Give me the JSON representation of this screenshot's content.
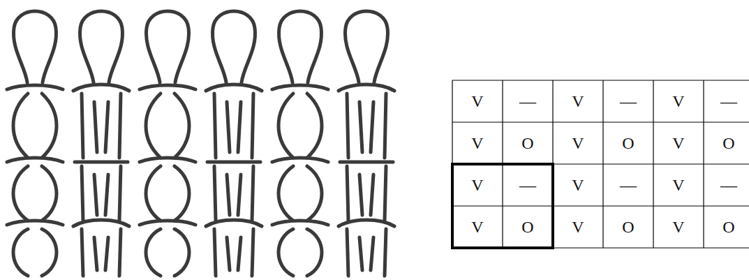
{
  "diagram": {
    "labels": [
      "V",
      "—",
      "V",
      "—",
      "V",
      "—",
      "V",
      "O",
      "V",
      "O",
      "V",
      "O",
      "V",
      "—",
      "V",
      "—",
      "V",
      "—",
      "V",
      "O",
      "V",
      "O",
      "V",
      "O"
    ]
  }
}
